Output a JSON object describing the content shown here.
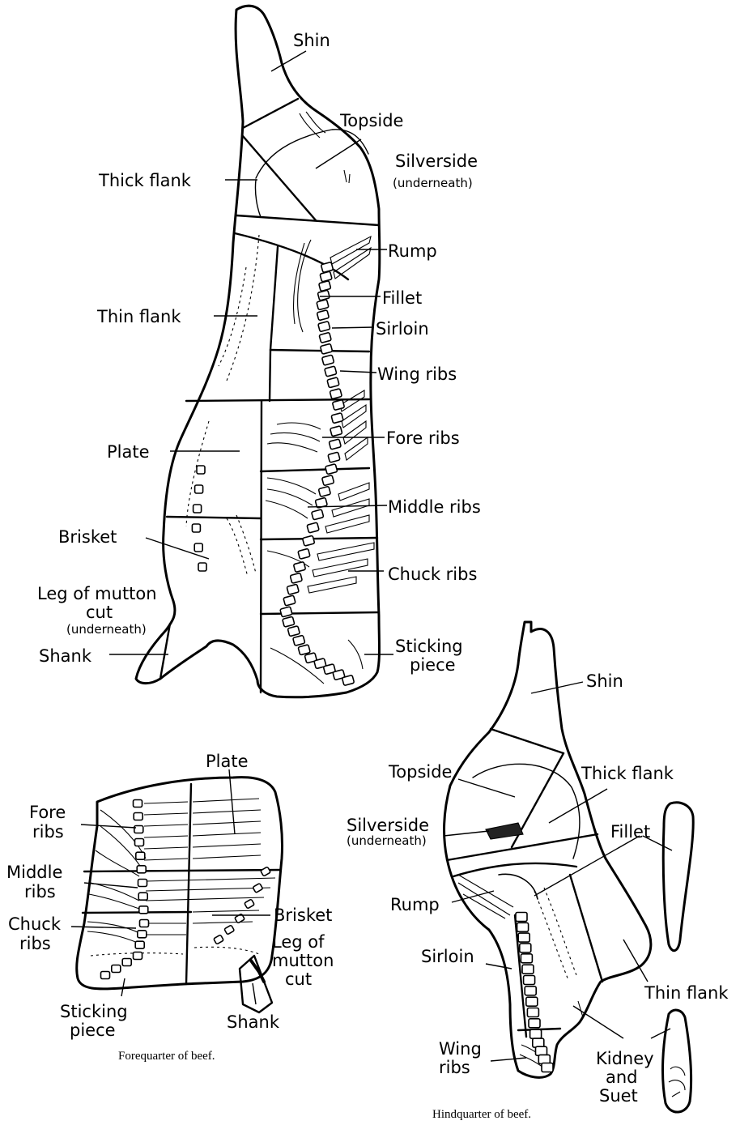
{
  "side_labels": {
    "shin": "Shin",
    "topside": "Topside",
    "silverside": "Silverside",
    "underneath_1": "(underneath)",
    "thick_flank": "Thick flank",
    "rump": "Rump",
    "fillet": "Fillet",
    "thin_flank": "Thin flank",
    "sirloin": "Sirloin",
    "wing_ribs": "Wing ribs",
    "fore_ribs": "Fore ribs",
    "plate": "Plate",
    "middle_ribs": "Middle ribs",
    "brisket": "Brisket",
    "chuck_ribs": "Chuck ribs",
    "leg_line1": "Leg of mutton",
    "leg_line2": "cut",
    "underneath_2": "(underneath)",
    "shank": "Shank",
    "sticking_line1": "Sticking",
    "sticking_line2": "piece"
  },
  "forequarter": {
    "plate": "Plate",
    "fore_line1": "Fore",
    "fore_line2": "ribs",
    "middle_line1": "Middle",
    "middle_line2": "ribs",
    "chuck_line1": "Chuck",
    "chuck_line2": "ribs",
    "brisket": "Brisket",
    "leg_line1": "Leg of",
    "leg_line2": "mutton",
    "leg_line3": "cut",
    "sticking_line1": "Sticking",
    "sticking_line2": "piece",
    "shank": "Shank",
    "caption": "Forequarter of beef."
  },
  "hindquarter": {
    "shin": "Shin",
    "topside": "Topside",
    "thick_flank": "Thick flank",
    "silverside": "Silverside",
    "underneath": "(underneath)",
    "fillet": "Fillet",
    "rump": "Rump",
    "sirloin": "Sirloin",
    "thin_flank": "Thin flank",
    "kidney_line1": "Kidney",
    "kidney_line2": "and",
    "kidney_line3": "Suet",
    "wing_line1": "Wing",
    "wing_line2": "ribs",
    "caption": "Hindquarter of beef."
  }
}
